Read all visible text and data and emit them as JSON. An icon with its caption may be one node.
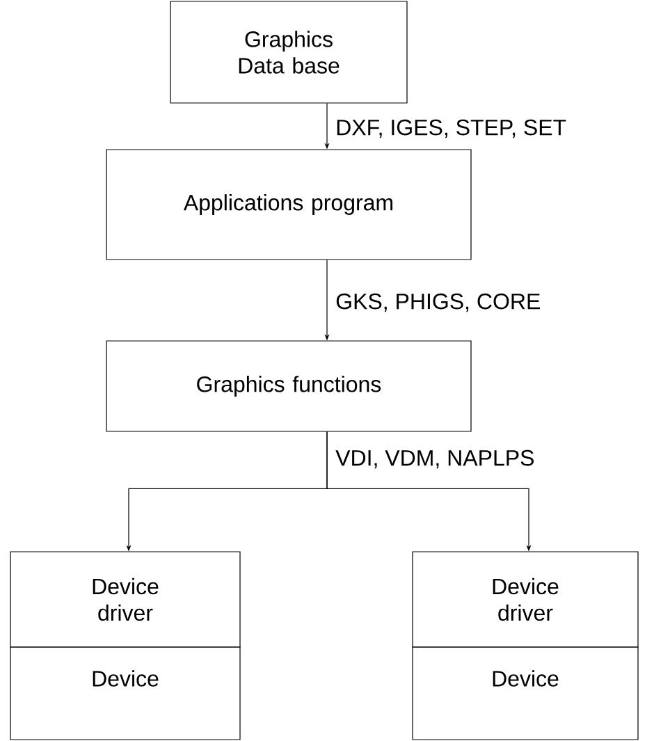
{
  "diagram": {
    "nodes": [
      {
        "text": [
          "Graphics Data base"
        ]
      },
      {
        "text": [
          "Applications program"
        ]
      },
      {
        "text": [
          "Graphics functions"
        ]
      },
      {
        "text": [
          "Device driver"
        ]
      },
      {
        "text": [
          "Device"
        ]
      },
      {
        "text": [
          "Device driver"
        ]
      },
      {
        "text": [
          "Device"
        ]
      }
    ],
    "edges": [
      {
        "from": 0,
        "to": 1,
        "arrow": "to",
        "label": "DXF, IGES, STEP, SET"
      },
      {
        "from": 1,
        "to": 2,
        "arrow": "to",
        "label": "GKS, PHIGS, CORE"
      },
      {
        "from": 2,
        "to": 3,
        "arrow": "to",
        "label": "VDI, VDM, NAPLPS"
      },
      {
        "from": 2,
        "to": 5,
        "arrow": "to"
      }
    ]
  }
}
